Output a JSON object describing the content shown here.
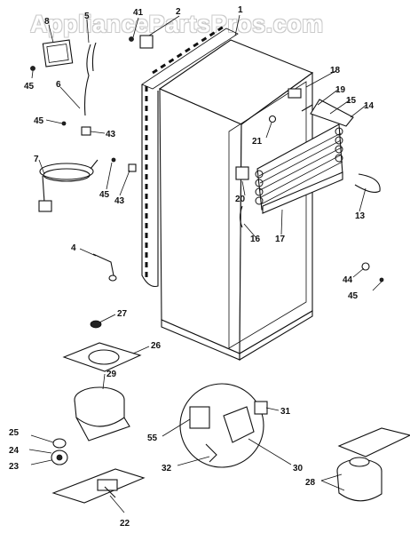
{
  "watermark": "AppliancePartsPros.com",
  "callouts": {
    "c1": "1",
    "c2": "2",
    "c4": "4",
    "c5": "5",
    "c6": "6",
    "c7": "7",
    "c8": "8",
    "c13": "13",
    "c14": "14",
    "c15": "15",
    "c16": "16",
    "c17": "17",
    "c18": "18",
    "c19": "19",
    "c20": "20",
    "c21": "21",
    "c22": "22",
    "c23": "23",
    "c24": "24",
    "c25": "25",
    "c26": "26",
    "c27": "27",
    "c28": "28",
    "c29": "29",
    "c30": "30",
    "c31": "31",
    "c32": "32",
    "c41": "41",
    "c43a": "43",
    "c43b": "43",
    "c44": "44",
    "c45a": "45",
    "c45b": "45",
    "c45c": "45",
    "c45d": "45",
    "c55": "55"
  }
}
